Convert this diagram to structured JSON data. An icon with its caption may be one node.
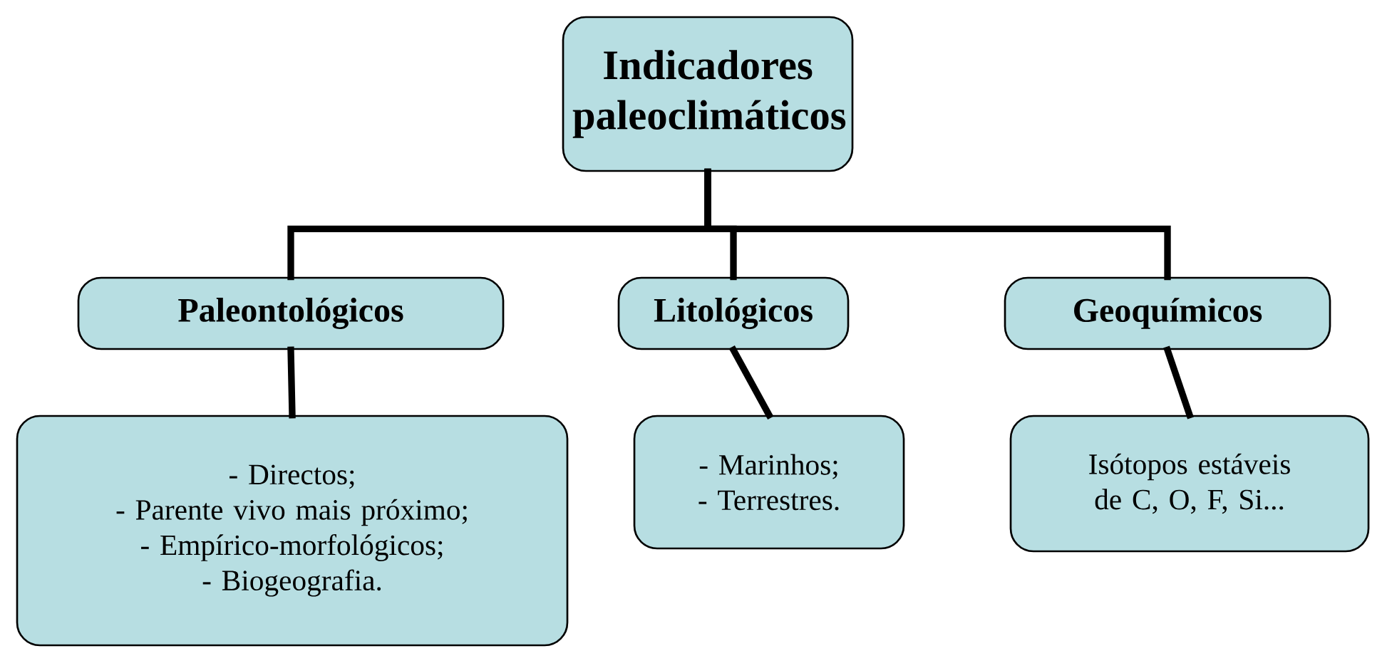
{
  "diagram": {
    "nodes": [
      {
        "text": [
          "Indicadores paleoclimáticos"
        ]
      },
      {
        "text": [
          "Paleontológicos"
        ]
      },
      {
        "text": [
          "Litológicos"
        ]
      },
      {
        "text": [
          "Geoquímicos"
        ]
      },
      {
        "text": [
          "- Directos;",
          "- Parente vivo mais próximo;",
          "- Empírico-morfológicos;",
          "- Biogeografia."
        ]
      },
      {
        "text": [
          "- Marinhos;",
          "- Terrestres."
        ]
      },
      {
        "text": [
          "Isótopos estáveis de C, O, F, Si..."
        ]
      }
    ],
    "edges": [
      {
        "from": 0,
        "to": 1,
        "arrow": "none"
      },
      {
        "from": 0,
        "to": 2,
        "arrow": "none"
      },
      {
        "from": 0,
        "to": 3,
        "arrow": "none"
      },
      {
        "from": 1,
        "to": 4,
        "arrow": "none"
      },
      {
        "from": 2,
        "to": 5,
        "arrow": "none"
      },
      {
        "from": 3,
        "to": 6,
        "arrow": "none"
      }
    ]
  }
}
